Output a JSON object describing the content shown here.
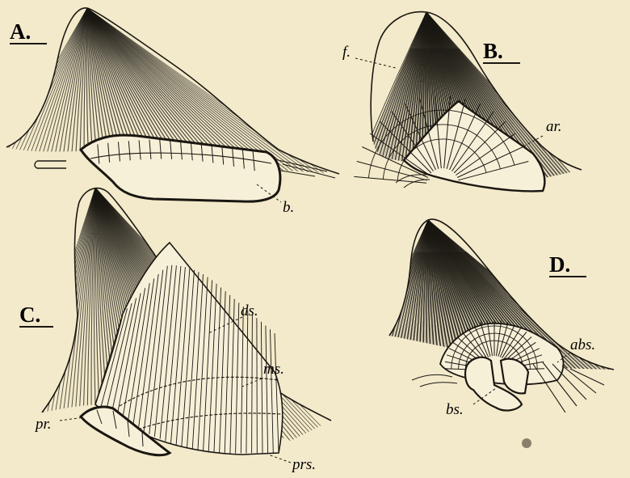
{
  "colors": {
    "paper": "#f3eacb",
    "ink": "#1a1712",
    "shade": "#2c2721"
  },
  "panels": {
    "a": {
      "letter": "A.",
      "labels": {
        "basal": "b."
      }
    },
    "b": {
      "letter": "B.",
      "labels": {
        "fin": "f.",
        "radials": "ar."
      }
    },
    "c": {
      "letter": "C.",
      "labels": {
        "dorsal": "ds.",
        "meso": "ms.",
        "pro": "pr.",
        "propterygium": "prs."
      }
    },
    "d": {
      "letter": "D.",
      "labels": {
        "abs": "abs.",
        "bs": "bs."
      }
    }
  }
}
